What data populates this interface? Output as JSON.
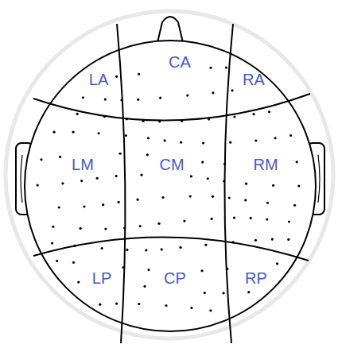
{
  "diagram": {
    "labels": [
      "CA",
      "LA",
      "RA",
      "LM",
      "CM",
      "RM",
      "LP",
      "CP",
      "RP"
    ]
  }
}
